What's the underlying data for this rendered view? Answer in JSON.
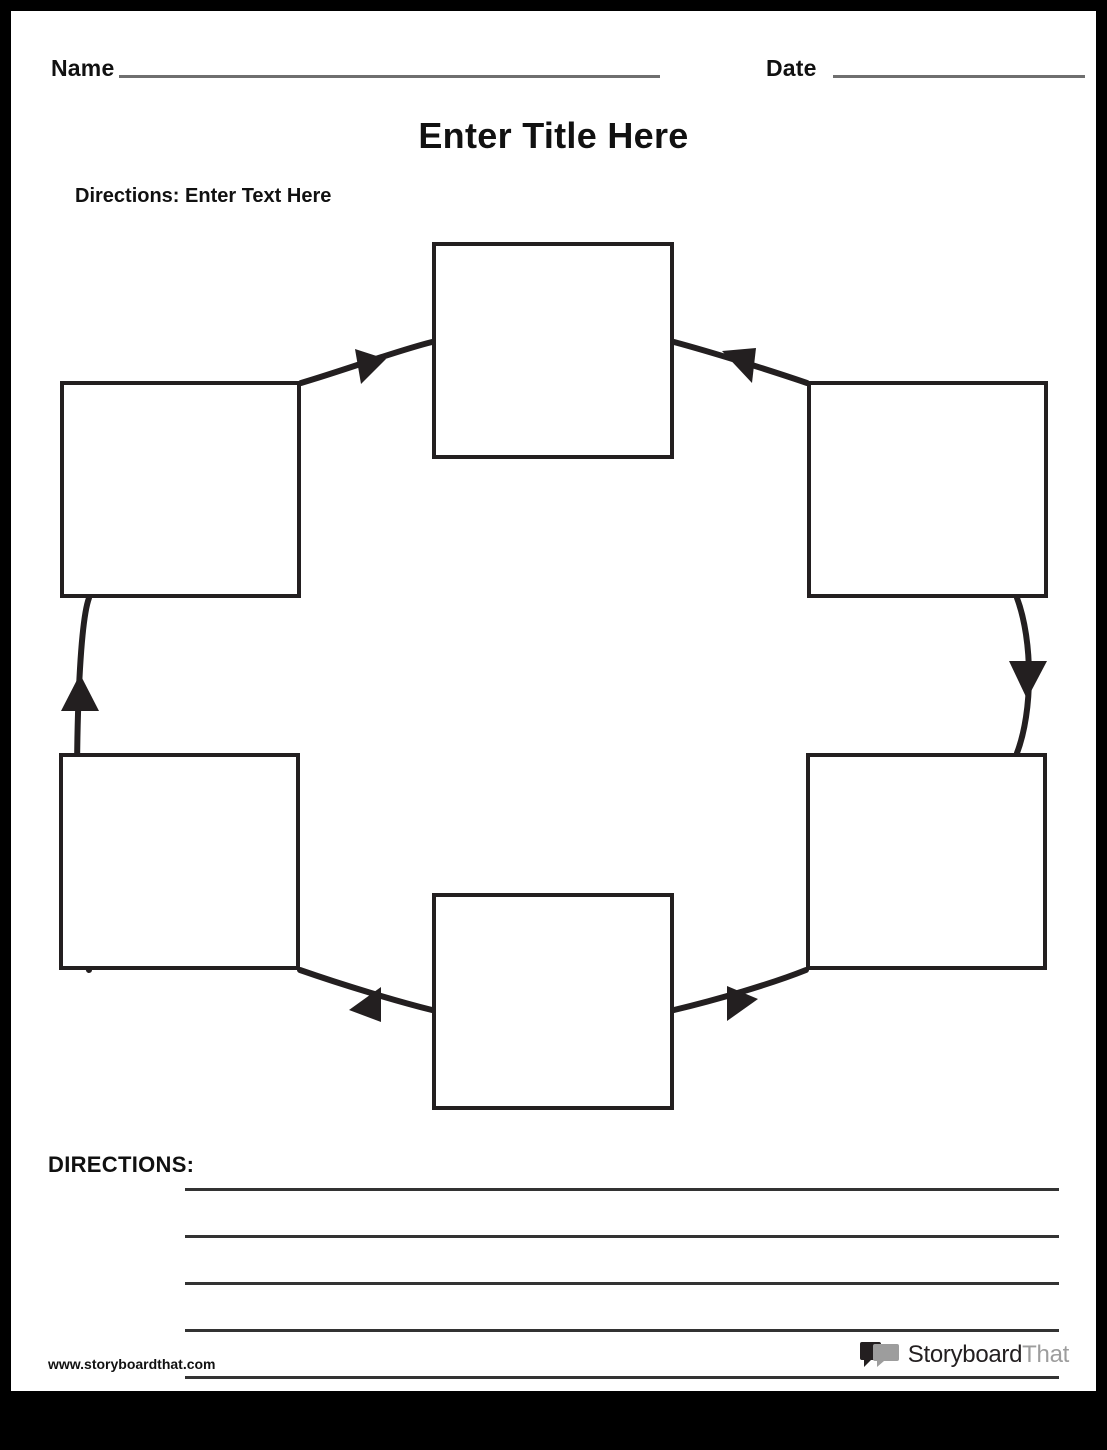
{
  "page": {
    "border_color": "#000000",
    "sheet_color": "#ffffff",
    "ink_color": "#231f20"
  },
  "header": {
    "name_label": "Name",
    "date_label": "Date"
  },
  "title": "Enter Title Here",
  "directions_top": "Directions: Enter Text Here",
  "diagram": {
    "type": "cycle-diagram",
    "shape": "hexagonal-cycle",
    "direction": "clockwise",
    "box_count": 6,
    "boxes": [
      {
        "id": "top",
        "label": ""
      },
      {
        "id": "upper-right",
        "label": ""
      },
      {
        "id": "lower-right",
        "label": ""
      },
      {
        "id": "bottom",
        "label": ""
      },
      {
        "id": "lower-left",
        "label": ""
      },
      {
        "id": "upper-left",
        "label": ""
      }
    ],
    "arrows": [
      {
        "from": "upper-left",
        "to": "top",
        "direction": "up-right"
      },
      {
        "from": "top",
        "to": "upper-right",
        "direction": "down-right"
      },
      {
        "from": "upper-right",
        "to": "lower-right",
        "direction": "down"
      },
      {
        "from": "lower-right",
        "to": "bottom",
        "direction": "down-left"
      },
      {
        "from": "bottom",
        "to": "lower-left",
        "direction": "up-left"
      },
      {
        "from": "lower-left",
        "to": "upper-left",
        "direction": "up"
      }
    ]
  },
  "directions_bottom": {
    "label": "DIRECTIONS:",
    "line_count": 5
  },
  "footer": {
    "url": "www.storyboardthat.com",
    "logo_word_dark": "Storyboard",
    "logo_word_gray": "That"
  }
}
